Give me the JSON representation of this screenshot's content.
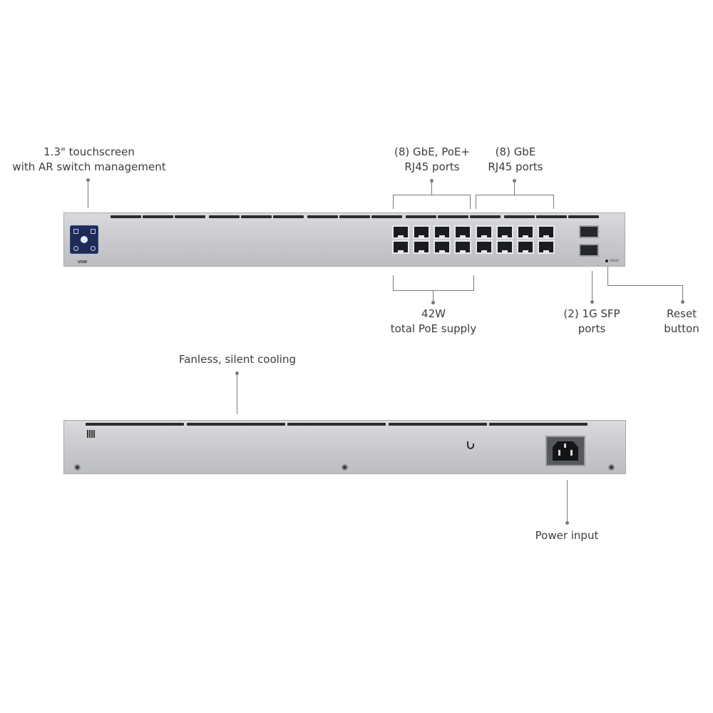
{
  "callouts": {
    "touchscreen": [
      "1.3\" touchscreen",
      "with AR switch management"
    ],
    "poe_ports": [
      "(8) GbE, PoE+",
      "RJ45 ports"
    ],
    "gbe_ports": [
      "(8) GbE",
      "RJ45 ports"
    ],
    "poe_supply": [
      "42W",
      "total PoE supply"
    ],
    "sfp_ports": [
      "(2) 1G SFP",
      "ports"
    ],
    "reset_button": [
      "Reset",
      "button"
    ],
    "cooling": "Fanless, silent cooling",
    "power_input": "Power input"
  },
  "device": {
    "front_logo": "USW",
    "reset_text": "RESET"
  },
  "colors": {
    "chassis": "#c8c9cc",
    "vent": "#2a2b2e",
    "screen": "#1e2b57",
    "leader": "#7a7a7a"
  },
  "icons": [
    "touchscreen-icon",
    "rj45-port-icon",
    "sfp-port-icon",
    "power-socket-icon",
    "screw-icon",
    "qr-code-icon"
  ]
}
